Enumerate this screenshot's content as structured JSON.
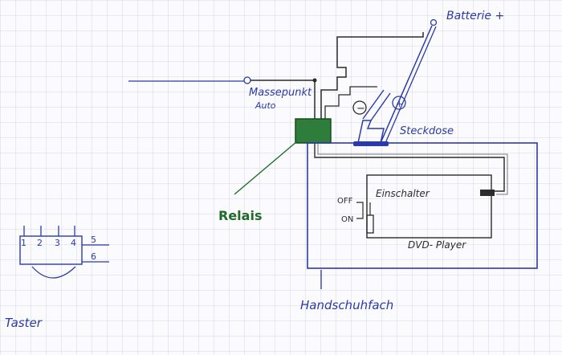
{
  "labels": {
    "battery": "Batterie +",
    "ground_line1": "Massepunkt",
    "ground_line2": "Auto",
    "socket": "Steckdose",
    "minus": "−",
    "plus": "+",
    "relay": "Relais",
    "switch_label": "Einschalter",
    "off": "OFF",
    "on": "ON",
    "dvd": "DVD- Player",
    "glovebox": "Handschuhfach",
    "pins": [
      "1",
      "2",
      "3",
      "4",
      "5",
      "6"
    ],
    "button": "Taster"
  },
  "colors": {
    "paper": "#fbfbfd",
    "grid": "#c9cfe0",
    "blue_ink": "#2a3aa8",
    "dark_ink": "#2b2b2b",
    "relay_green": "#1f6b2a",
    "relay_fill": "#2e7d3a"
  }
}
